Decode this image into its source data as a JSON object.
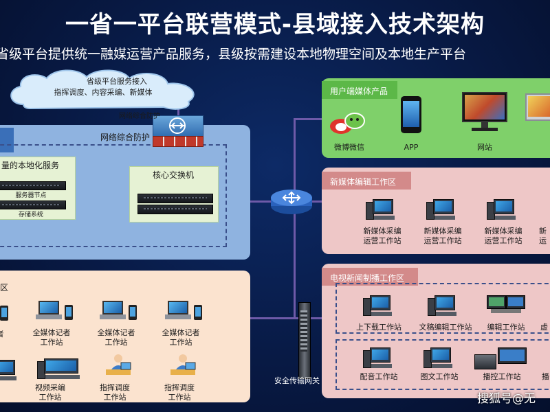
{
  "title": "一省一平台联营模式-县域接入技术架构",
  "subtitle": "省级平台提供统一融媒运营产品服务，县级按需建设本地物理空间及本地生产平台",
  "cloud": {
    "line1": "省级平台服务接入",
    "line2": "指挥调度、内容采编、新媒体"
  },
  "firewall_label": "网络综合防护",
  "core_zone": {
    "title": "网络综合防护",
    "local_service": "量的本地化服务",
    "server_node": "服务器节点",
    "storage": "存储系统",
    "core_switch": "核心交换机"
  },
  "gateway_label": "安全传输网关",
  "left_zone": {
    "title": "区",
    "row1": [
      "者",
      "全媒体记者\n工作站",
      "全媒体记者\n工作站",
      "全媒体记者\n工作站"
    ],
    "row2": [
      "",
      "视频采编\n工作站",
      "指挥调度\n工作站",
      "指挥调度\n工作站"
    ]
  },
  "user_zone": {
    "title": "用户端媒体产品",
    "items": [
      "微博微信",
      "APP",
      "网站"
    ]
  },
  "newmedia_zone": {
    "title": "新媒体编辑工作区",
    "items": [
      "新媒体采编\n运营工作站",
      "新媒体采编\n运营工作站",
      "新媒体采编\n运营工作站",
      "新\n运"
    ]
  },
  "tv_zone": {
    "title": "电视新闻制播工作区",
    "row1": [
      "上下载工作站",
      "文稿编辑工作站",
      "编辑工作站",
      "虚"
    ],
    "row2": [
      "配音工作站",
      "图文工作站",
      "播控工作站",
      "播"
    ]
  },
  "watermark": "搜狐号@无",
  "colors": {
    "background": "#081a45",
    "blue_panel": "#8fb3e0",
    "peach_panel": "#fbe3cf",
    "green_panel": "#7fd06a",
    "pink_panel": "#eec7c7",
    "connector": "#6e5aa8"
  }
}
